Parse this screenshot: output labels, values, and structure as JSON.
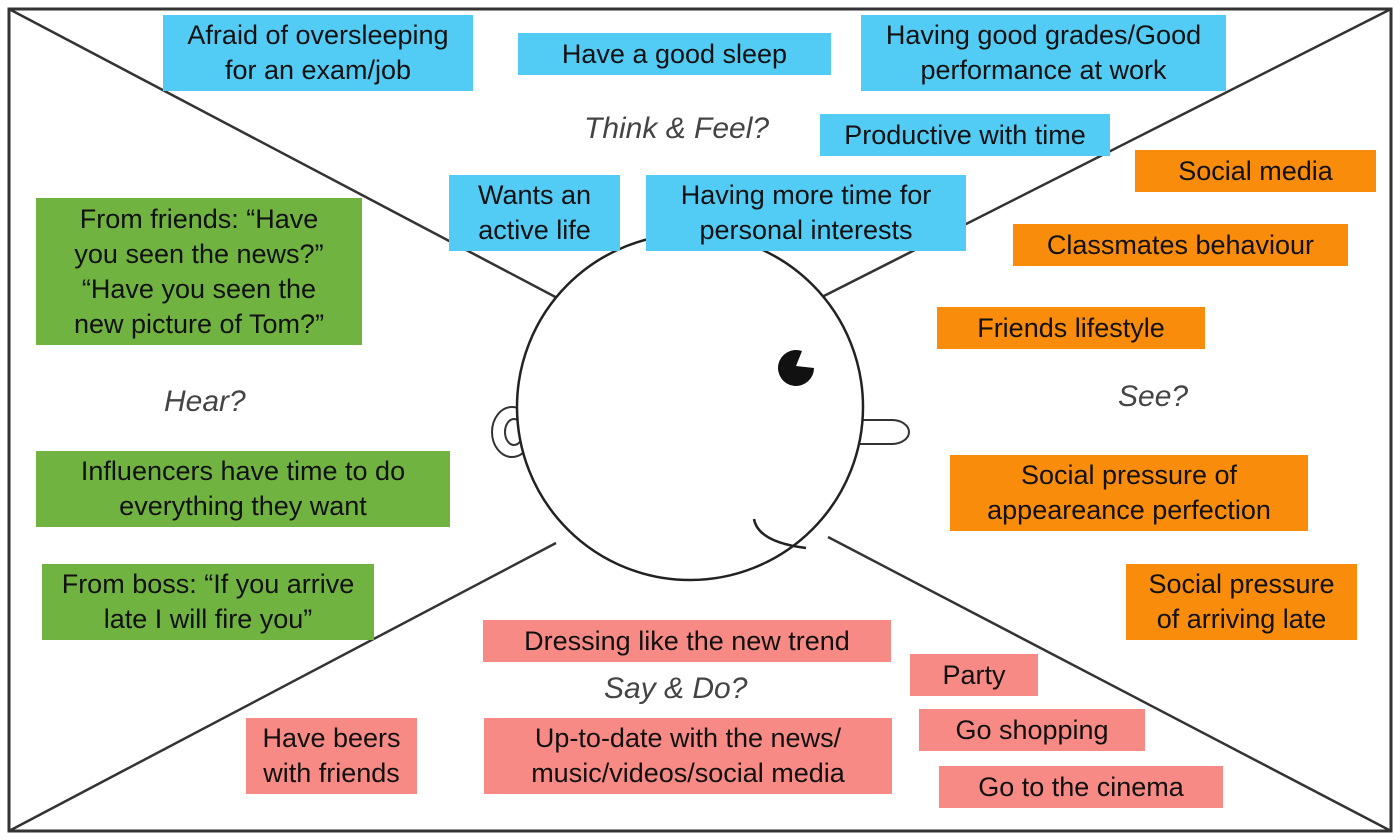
{
  "palette": {
    "think_feel": "#52ccf5",
    "hear": "#71b340",
    "see": "#f98c0a",
    "say_do": "#f78a85",
    "outline": "#222222"
  },
  "quadrants": {
    "think_feel": {
      "label": "Think & Feel?",
      "notes": [
        "Afraid of oversleeping\nfor an exam/job",
        "Have a good sleep",
        "Having good grades/Good\nperformance at work",
        "Productive with time",
        "Wants an\nactive life",
        "Having more time for\npersonal interests"
      ]
    },
    "hear": {
      "label": "Hear?",
      "notes": [
        "From friends: “Have\nyou seen the news?”\n“Have you seen the\nnew picture of Tom?”",
        "Influencers have time to do\neverything they want",
        "From boss: “If you arrive\nlate I will fire you”"
      ]
    },
    "see": {
      "label": "See?",
      "notes": [
        "Social media",
        "Classmates behaviour",
        "Friends lifestyle",
        "Social pressure of\nappeareance perfection",
        "Social pressure\nof arriving late"
      ]
    },
    "say_do": {
      "label": "Say & Do?",
      "notes": [
        "Dressing like the new trend",
        "Party",
        "Go shopping",
        "Go to the cinema",
        "Have beers\nwith friends",
        "Up-to-date with the news/\nmusic/videos/social media"
      ]
    }
  }
}
